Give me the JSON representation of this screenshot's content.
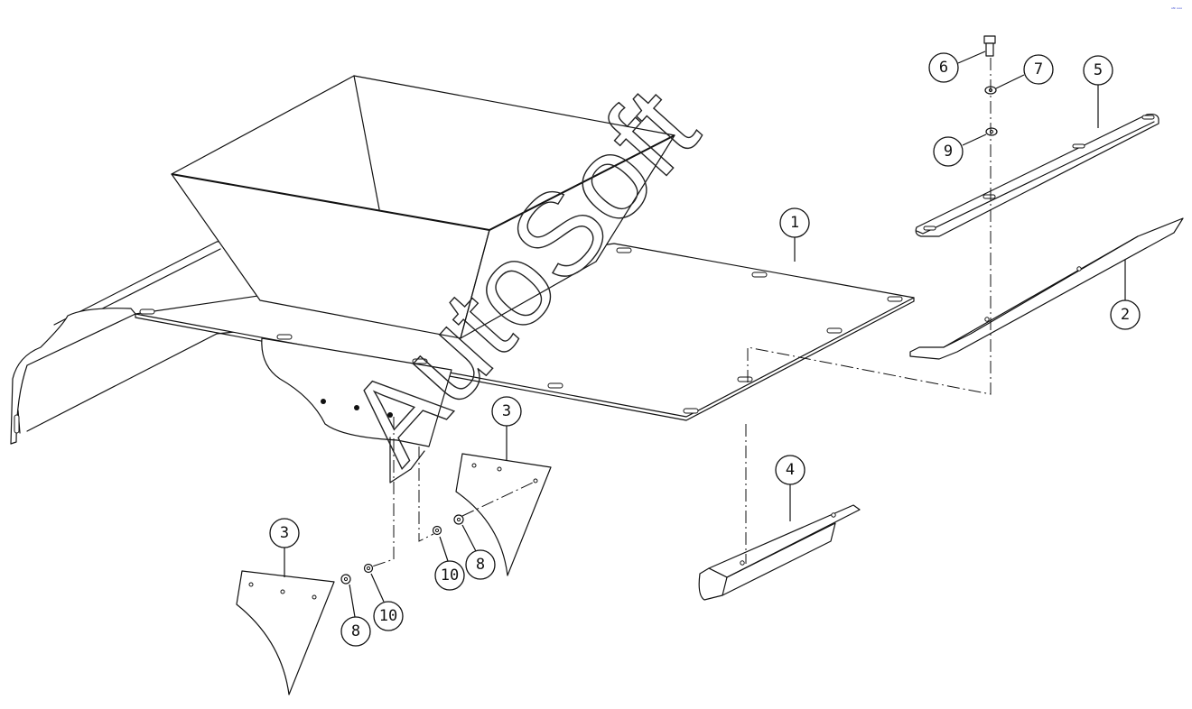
{
  "watermark": "AutoSoft",
  "corner_mark": "ᵒᴺ ᵒᵒᵒ",
  "callouts": [
    {
      "id": "c1",
      "label": "1"
    },
    {
      "id": "c2",
      "label": "2"
    },
    {
      "id": "c3a",
      "label": "3"
    },
    {
      "id": "c3b",
      "label": "3"
    },
    {
      "id": "c4",
      "label": "4"
    },
    {
      "id": "c5",
      "label": "5"
    },
    {
      "id": "c6",
      "label": "6"
    },
    {
      "id": "c7",
      "label": "7"
    },
    {
      "id": "c8a",
      "label": "8"
    },
    {
      "id": "c8b",
      "label": "8"
    },
    {
      "id": "c9",
      "label": "9"
    },
    {
      "id": "c10a",
      "label": "10"
    },
    {
      "id": "c10b",
      "label": "10"
    }
  ]
}
